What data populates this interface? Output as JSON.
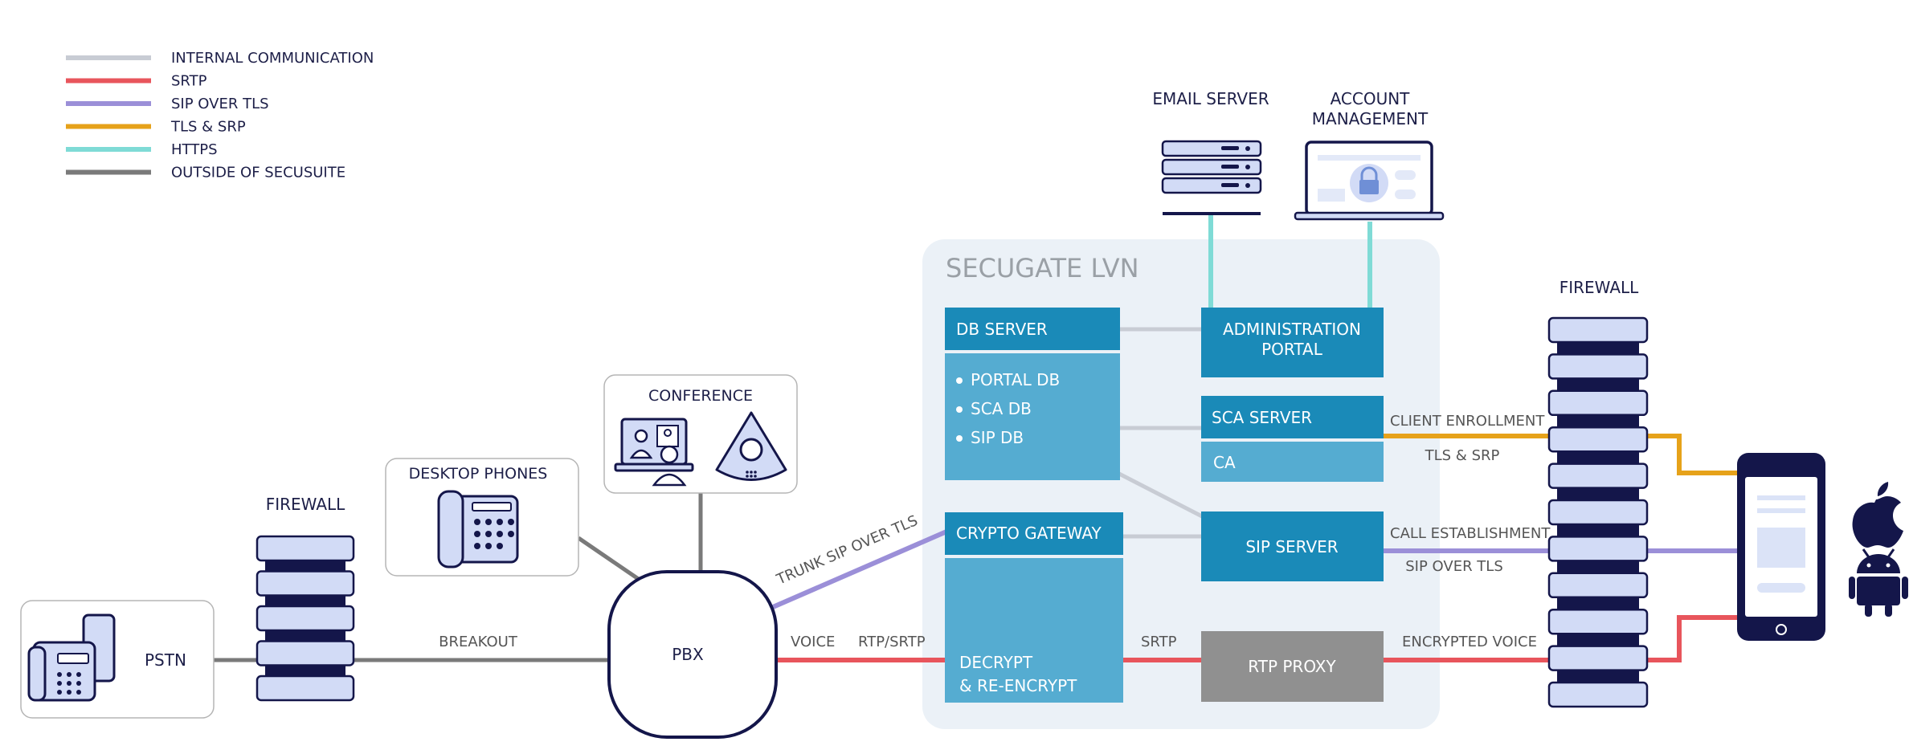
{
  "colors": {
    "internal": "#c8ccd4",
    "srtp": "#e8555c",
    "sip_tls": "#9b8fd8",
    "tls_srp": "#e6a21a",
    "https": "#7fdbd6",
    "outside": "#7a7a7a",
    "navy": "#14164a",
    "icon_fill": "#d2dbf6",
    "blue_dark": "#1a8ab8",
    "blue_light": "#55acd1",
    "proxy_grey": "#909090",
    "lvn_bg": "#ebf1f7"
  },
  "legend": [
    {
      "key": "internal",
      "label": "INTERNAL COMMUNICATION"
    },
    {
      "key": "srtp",
      "label": "SRTP"
    },
    {
      "key": "sip_tls",
      "label": "SIP OVER TLS"
    },
    {
      "key": "tls_srp",
      "label": "TLS  &  SRP"
    },
    {
      "key": "https",
      "label": "HTTPS"
    },
    {
      "key": "outside",
      "label": "OUTSIDE OF SECUSUITE"
    }
  ],
  "nodes": {
    "pstn": "PSTN",
    "firewall_left": "FIREWALL",
    "desktop_phones": "DESKTOP PHONES",
    "conference": "CONFERENCE",
    "pbx": "PBX",
    "lvn_title": "SECUGATE LVN",
    "db_server": "DB SERVER",
    "db_items": [
      "PORTAL DB",
      "SCA DB",
      "SIP DB"
    ],
    "crypto_gateway": "CRYPTO GATEWAY",
    "decrypt_1": "DECRYPT",
    "decrypt_2": "& RE-ENCRYPT",
    "admin_portal_1": "ADMINISTRATION",
    "admin_portal_2": "PORTAL",
    "sca_server": "SCA SERVER",
    "ca": "CA",
    "sip_server": "SIP SERVER",
    "rtp_proxy": "RTP PROXY",
    "email_server": "EMAIL SERVER",
    "account_mgmt_1": "ACCOUNT",
    "account_mgmt_2": "MANAGEMENT",
    "firewall_right": "FIREWALL"
  },
  "edge_labels": {
    "breakout": "BREAKOUT",
    "trunk": "TRUNK  SIP OVER TLS",
    "voice": "VOICE",
    "rtp_srtp": "RTP/SRTP",
    "srtp": "SRTP",
    "client_enrollment": "CLIENT ENROLLMENT",
    "tls_srp": "TLS & SRP",
    "call_establishment": "CALL ESTABLISHMENT",
    "sip_over_tls": "SIP OVER TLS",
    "encrypted_voice": "ENCRYPTED VOICE"
  },
  "icons": {
    "apple": "apple-logo-icon",
    "android": "android-logo-icon"
  }
}
